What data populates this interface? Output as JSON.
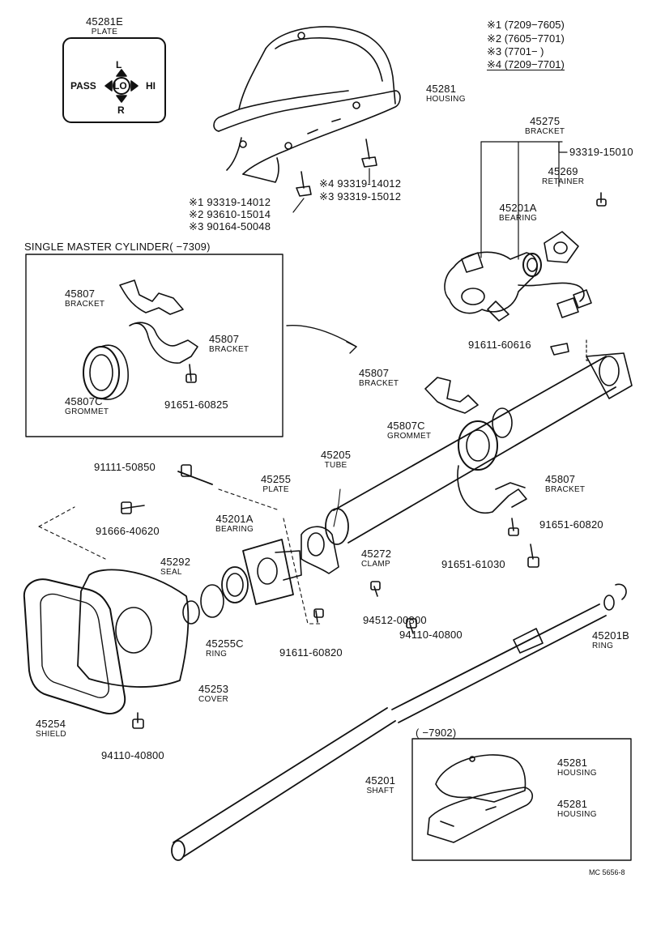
{
  "notes": [
    "※1 (7209−7605)",
    "※2 (7605−7701)",
    "※3 (7701−        )",
    "※4 (7209−7701)"
  ],
  "inset_single_master": {
    "title": "SINGLE MASTER CYLINDER(       −7309)",
    "parts": [
      {
        "number": "45807",
        "name": "BRACKET"
      },
      {
        "number": "45807",
        "name": "BRACKET"
      },
      {
        "number": "45807C",
        "name": "GROMMET"
      },
      {
        "number": "91651-60825"
      }
    ]
  },
  "inset_housing": {
    "title": "(        −7902)",
    "parts": [
      {
        "number": "45281",
        "name": "HOUSING"
      },
      {
        "number": "45281",
        "name": "HOUSING"
      }
    ]
  },
  "plate_face": {
    "top": "L",
    "left": "PASS",
    "center": "LO",
    "right": "HI",
    "bottom": "R"
  },
  "parts": [
    {
      "number": "45281E",
      "name": "PLATE"
    },
    {
      "number": "45281",
      "name": "HOUSING"
    },
    {
      "number": "45275",
      "name": "BRACKET"
    },
    {
      "number": "93319-15010"
    },
    {
      "number": "45269",
      "name": "RETAINER"
    },
    {
      "number": "45201A",
      "name": "BEARING"
    },
    {
      "number": "91611-60616"
    },
    {
      "number": "45807",
      "name": "BRACKET"
    },
    {
      "number": "45807C",
      "name": "GROMMET"
    },
    {
      "number": "45205",
      "name": "TUBE"
    },
    {
      "number": "91111-50850"
    },
    {
      "number": "45255",
      "name": "PLATE"
    },
    {
      "number": "45201A",
      "name": "BEARING"
    },
    {
      "number": "91666-40620"
    },
    {
      "number": "45292",
      "name": "SEAL"
    },
    {
      "number": "45272",
      "name": "CLAMP"
    },
    {
      "number": "45807",
      "name": "BRACKET"
    },
    {
      "number": "91651-60820"
    },
    {
      "number": "91651-61030"
    },
    {
      "number": "45255C",
      "name": "RING"
    },
    {
      "number": "91611-60820"
    },
    {
      "number": "94512-00800"
    },
    {
      "number": "94110-40800"
    },
    {
      "number": "45201B",
      "name": "RING"
    },
    {
      "number": "45253",
      "name": "COVER"
    },
    {
      "number": "45254",
      "name": "SHIELD"
    },
    {
      "number": "94110-40800"
    },
    {
      "number": "45201",
      "name": "SHAFT"
    }
  ],
  "screws_left": [
    "※1 93319-14012",
    "※2 93610-15014",
    "※3 90164-50048"
  ],
  "screws_right": [
    "※4 93319-14012",
    "※3 93319-15012"
  ],
  "footer_code": "MC 5656-8"
}
